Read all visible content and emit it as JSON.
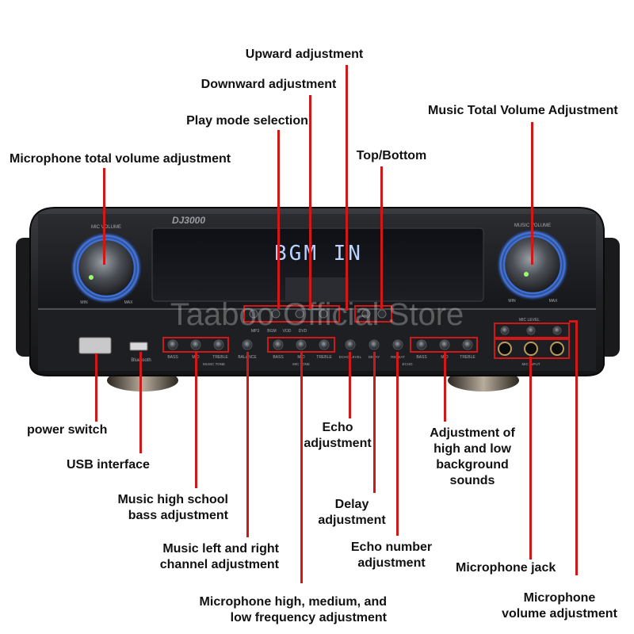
{
  "callouts": {
    "upward": "Upward adjustment",
    "downward": "Downward adjustment",
    "play_mode": "Play mode selection",
    "mic_total_volume": "Microphone total volume adjustment",
    "music_total_volume": "Music Total Volume Adjustment",
    "top_bottom": "Top/Bottom",
    "power_switch": "power switch",
    "usb": "USB interface",
    "music_bass": "Music high school\nbass adjustment",
    "music_lr": "Music left and right\nchannel adjustment",
    "mic_freq": "Microphone high, medium, and\nlow frequency adjustment",
    "echo": "Echo\nadjustment",
    "delay": "Delay\nadjustment",
    "echo_number": "Echo number\nadjustment",
    "background": "Adjustment of\nhigh and low\nbackground\nsounds",
    "mic_jack": "Microphone jack",
    "mic_volume": "Microphone\nvolume adjustment"
  },
  "device": {
    "model": "DJ3000",
    "display_text": "BGM  IN",
    "mic_volume_label": "MIC VOLUME",
    "music_volume_label": "MUSIC VOLUME",
    "min": "MIN",
    "max": "MAX",
    "bluetooth": "Bluetooth",
    "mode_buttons": [
      "MP3",
      "BGM",
      "VOD",
      "DVD"
    ],
    "bass": "BASS",
    "mid": "MID",
    "treble": "TREBLE",
    "balance": "BALANCE",
    "music_tone": "MUSIC TONE",
    "mic_tone": "MIC TONE",
    "echo_level": "ECHO LEVEL",
    "delay": "DELAY",
    "repeat": "REPEAT",
    "echo": "ECHO",
    "mic_level": "MIC LEVEL",
    "mic_input": "MIC INPUT"
  },
  "watermark": "Taaboo Official Store",
  "colors": {
    "callout_line": "#d01818",
    "knob_ring": "#5aa0ff",
    "display_text": "#b8d4ff",
    "chassis": "#1c1d20"
  }
}
